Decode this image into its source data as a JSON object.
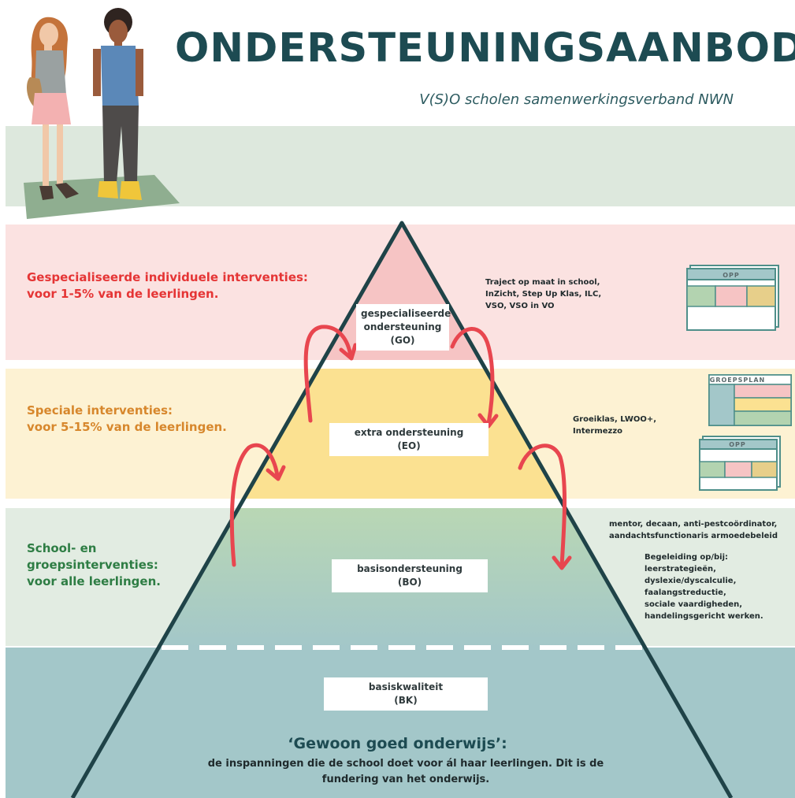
{
  "header": {
    "title": "ONDERSTEUNINGSAANBOD",
    "subtitle": "V(S)O scholen samenwerkingsverband NWN"
  },
  "levels": [
    {
      "label_lines": [
        "Gespecialiseerde individuele interventies:",
        "voor 1-5% van de leerlingen."
      ],
      "tag_lines": [
        "gespecialiseerde",
        "ondersteuning",
        "(GO)"
      ],
      "examples": [
        "Traject op maat in school,",
        "InZicht, Step Up Klas, ILC,",
        "VSO, VSO in VO"
      ],
      "color": "#e53535"
    },
    {
      "label_lines": [
        "Speciale interventies:",
        "voor 5-15% van de leerlingen."
      ],
      "tag_lines": [
        "extra ondersteuning",
        "(EO)"
      ],
      "examples": [
        "Groeiklas, LWOO+,",
        "Intermezzo"
      ],
      "color": "#d7872c"
    },
    {
      "label_lines": [
        "School- en",
        "groepsinterventies:",
        "voor alle leerlingen."
      ],
      "tag_lines": [
        "basisondersteuning",
        "(BO)"
      ],
      "examples": [
        "mentor, decaan, anti-pestcoördinator,",
        "aandachtsfunctionaris armoedebeleid"
      ],
      "examples_2": [
        "Begeleiding op/bij:",
        "leerstrategieën,",
        "dyslexie/dyscalculie,",
        "faalangstreductie,",
        "sociale vaardigheden,",
        "handelingsgericht werken."
      ],
      "color": "#2e7d44"
    },
    {
      "tag_lines": [
        "basiskwaliteit",
        "(BK)"
      ]
    }
  ],
  "footer": {
    "title": "‘Gewoon goed onderwijs’:",
    "text": "de inspanningen die de school doet voor ál haar leerlingen. Dit is de fundering van het onderwijs."
  },
  "cards": {
    "opp": "OPP",
    "groepsplan": "GROEPSPLAN"
  },
  "colors": {
    "accent_dark": "#1d4b52",
    "pyramid_pink": "#f6c4c4",
    "pyramid_yellow": "#fbe191",
    "pyramid_green": "#b3d3b0",
    "pyramid_teal": "#a3c7c9",
    "arrow": "#e8464f"
  }
}
